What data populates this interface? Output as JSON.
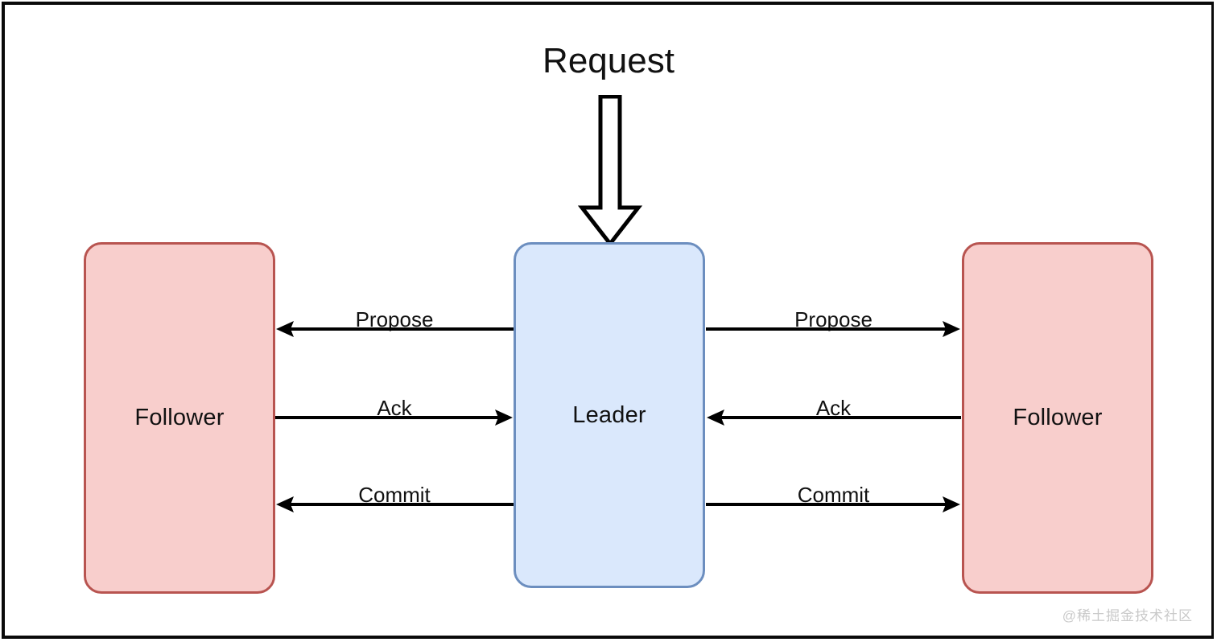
{
  "diagram": {
    "title": "Request",
    "nodes": {
      "left_follower": {
        "label": "Follower",
        "fill": "#f8cecc",
        "stroke": "#b85450"
      },
      "leader": {
        "label": "Leader",
        "fill": "#dae8fc",
        "stroke": "#6c8ebf"
      },
      "right_follower": {
        "label": "Follower",
        "fill": "#f8cecc",
        "stroke": "#b85450"
      }
    },
    "edges": {
      "left": [
        {
          "label": "Propose",
          "direction": "left",
          "from": "leader",
          "to": "left_follower"
        },
        {
          "label": "Ack",
          "direction": "right",
          "from": "left_follower",
          "to": "leader"
        },
        {
          "label": "Commit",
          "direction": "left",
          "from": "leader",
          "to": "left_follower"
        }
      ],
      "right": [
        {
          "label": "Propose",
          "direction": "right",
          "from": "leader",
          "to": "right_follower"
        },
        {
          "label": "Ack",
          "direction": "left",
          "from": "right_follower",
          "to": "leader"
        },
        {
          "label": "Commit",
          "direction": "right",
          "from": "leader",
          "to": "right_follower"
        }
      ]
    },
    "request_arrow": {
      "label": "Request",
      "direction": "down",
      "target": "leader"
    },
    "watermark": "@稀土掘金技术社区",
    "border_color": "#0a0a0a",
    "background": "#ffffff"
  }
}
